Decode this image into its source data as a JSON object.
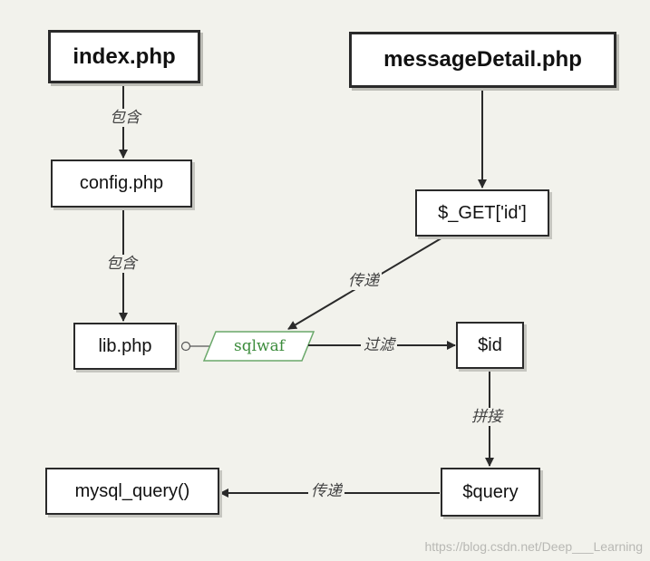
{
  "nodes": {
    "index": "index.php",
    "message_detail": "messageDetail.php",
    "config": "config.php",
    "get_id": "$_GET['id']",
    "lib": "lib.php",
    "sqlwaf": "sqlwaf",
    "id": "$id",
    "query": "$query",
    "mysql_query": "mysql_query()"
  },
  "edges": {
    "index_to_config": "包含",
    "config_to_lib": "包含",
    "get_to_sqlwaf": "传递",
    "sqlwaf_to_id": "过滤",
    "id_to_query": "拼接",
    "query_to_mysql": "传递"
  },
  "colors": {
    "sqlwaf_text": "#3c8c3c",
    "sqlwaf_border": "#6aa86a",
    "stroke": "#2a2a2a"
  },
  "watermark": "https://blog.csdn.net/Deep___Learning"
}
